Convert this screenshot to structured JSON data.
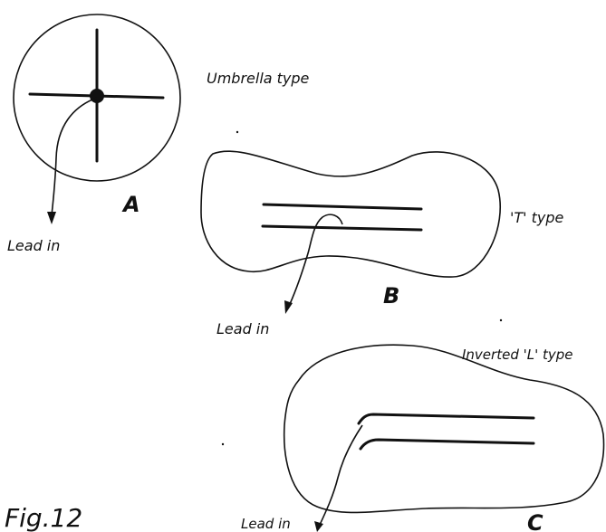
{
  "figure": {
    "caption": "Fig.12",
    "diagrams": [
      {
        "id": "A",
        "letter": "A",
        "type_label": "Umbrella type",
        "lead_label": "Lead in"
      },
      {
        "id": "B",
        "letter": "B",
        "type_label": "'T' type",
        "lead_label": "Lead in"
      },
      {
        "id": "C",
        "letter": "C",
        "type_label": "Inverted 'L' type",
        "lead_label": "Lead in"
      }
    ]
  },
  "colors": {
    "ink": "#111111",
    "paper": "#ffffff"
  }
}
